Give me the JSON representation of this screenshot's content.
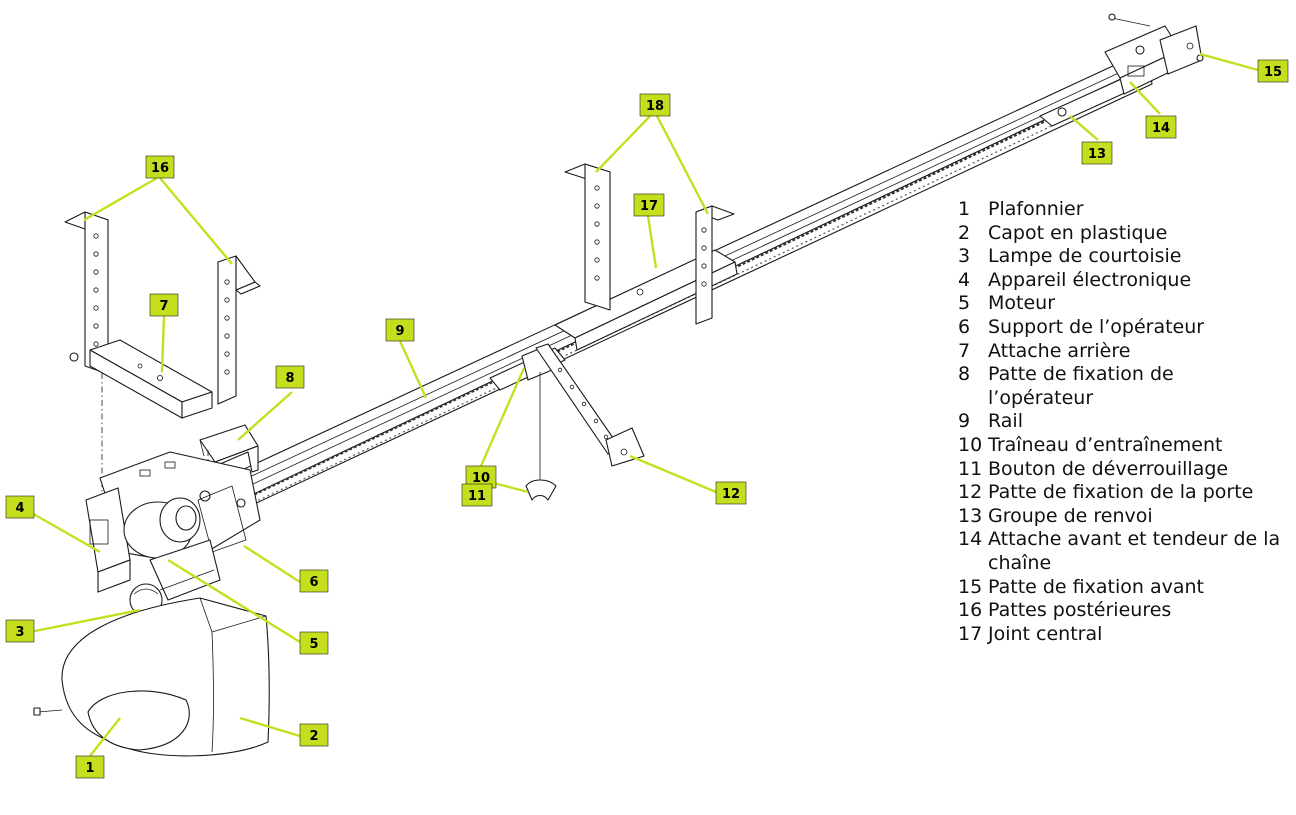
{
  "accent_color": "#c5df1f",
  "callouts": {
    "c1": "1",
    "c2": "2",
    "c3": "3",
    "c4": "4",
    "c5": "5",
    "c6": "6",
    "c7": "7",
    "c8": "8",
    "c9": "9",
    "c10": "10",
    "c11": "11",
    "c12": "12",
    "c13": "13",
    "c14": "14",
    "c15": "15",
    "c16": "16",
    "c17": "17",
    "c18": "18"
  },
  "legend": [
    {
      "num": "1",
      "lines": [
        "Plafonnier"
      ]
    },
    {
      "num": "2",
      "lines": [
        "Capot en plastique"
      ]
    },
    {
      "num": "3",
      "lines": [
        "Lampe de courtoisie"
      ]
    },
    {
      "num": "4",
      "lines": [
        "Appareil électronique"
      ]
    },
    {
      "num": "5",
      "lines": [
        "Moteur"
      ]
    },
    {
      "num": "6",
      "lines": [
        "Support de l’opérateur"
      ]
    },
    {
      "num": "7",
      "lines": [
        "Attache arrière"
      ]
    },
    {
      "num": "8",
      "lines": [
        "Patte de fixation de",
        "l’opérateur"
      ]
    },
    {
      "num": "9",
      "lines": [
        "Rail"
      ]
    },
    {
      "num": "10",
      "lines": [
        "Traîneau d’entraînement"
      ]
    },
    {
      "num": "11",
      "lines": [
        "Bouton de déverrouillage"
      ]
    },
    {
      "num": "12",
      "lines": [
        "Patte de fixation de la porte"
      ]
    },
    {
      "num": "13",
      "lines": [
        "Groupe de renvoi"
      ]
    },
    {
      "num": "14",
      "lines": [
        "Attache avant et tendeur de la",
        "chaîne"
      ]
    },
    {
      "num": "15",
      "lines": [
        "Patte de fixation avant"
      ]
    },
    {
      "num": "16",
      "lines": [
        "Pattes postérieures"
      ]
    },
    {
      "num": "17",
      "lines": [
        "Joint central"
      ]
    }
  ]
}
